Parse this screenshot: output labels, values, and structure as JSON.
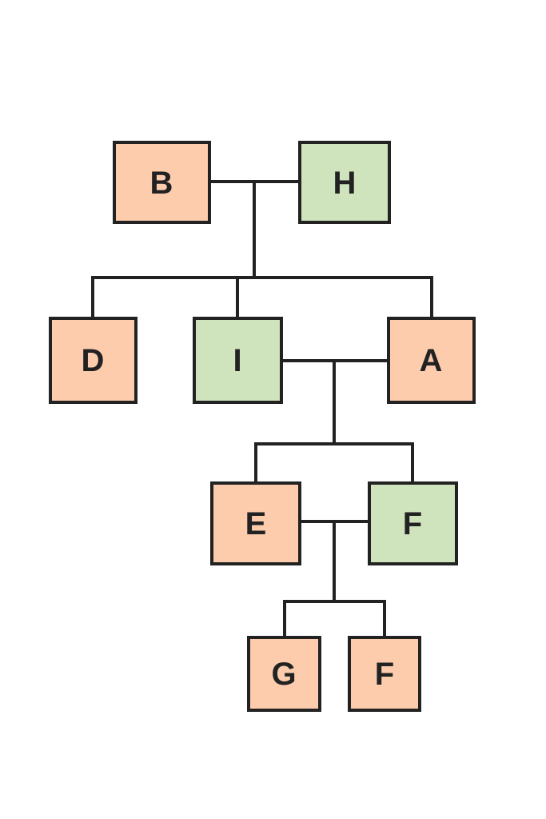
{
  "colors": {
    "peach": "#fcccad",
    "green": "#cfe3bd",
    "stroke": "#222222"
  },
  "nodes": {
    "b": {
      "label": "B",
      "color": "peach"
    },
    "h": {
      "label": "H",
      "color": "green"
    },
    "d": {
      "label": "D",
      "color": "peach"
    },
    "i": {
      "label": "I",
      "color": "green"
    },
    "a": {
      "label": "A",
      "color": "peach"
    },
    "e": {
      "label": "E",
      "color": "peach"
    },
    "f1": {
      "label": "F",
      "color": "green"
    },
    "g": {
      "label": "G",
      "color": "peach"
    },
    "f2": {
      "label": "F",
      "color": "peach"
    }
  }
}
